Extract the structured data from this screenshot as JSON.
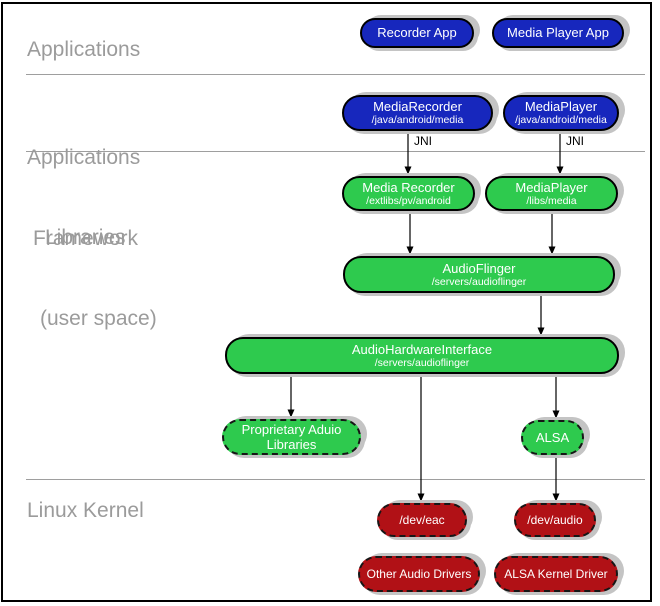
{
  "colors": {
    "node_blue": "#1727bd",
    "node_green": "#2eca4e",
    "node_red": "#b11116",
    "section_label_gray": "#9b9b9b",
    "divider_gray": "#9e9e9e",
    "shadow_gray": "#c4c4c4"
  },
  "section_labels": {
    "applications": "Applications",
    "framework_line1": "Applications",
    "framework_line2": "Framework",
    "libraries_line1": "Libraries",
    "libraries_line2": "(user space)",
    "kernel": "Linux Kernel"
  },
  "connector_labels": {
    "jni_left": "JNI",
    "jni_right": "JNI"
  },
  "nodes": {
    "recorder_app": {
      "title": "Recorder App"
    },
    "media_player_app": {
      "title": "Media Player App"
    },
    "media_recorder_fw": {
      "title": "MediaRecorder",
      "subtitle": "/java/android/media"
    },
    "media_player_fw": {
      "title": "MediaPlayer",
      "subtitle": "/java/android/media"
    },
    "media_recorder_lib": {
      "title": "Media Recorder",
      "subtitle": "/extlibs/pv/android"
    },
    "media_player_lib": {
      "title": "MediaPlayer",
      "subtitle": "/libs/media"
    },
    "audio_flinger": {
      "title": "AudioFlinger",
      "subtitle": "/servers/audioflinger"
    },
    "audio_hardware_interface": {
      "title": "AudioHardwareInterface",
      "subtitle": "/servers/audioflinger"
    },
    "proprietary_audio_libraries": {
      "title": "Proprietary Aduio Libraries"
    },
    "alsa": {
      "title": "ALSA"
    },
    "dev_eac": {
      "title": "/dev/eac"
    },
    "dev_audio": {
      "title": "/dev/audio"
    },
    "other_audio_drivers": {
      "title": "Other Audio Drivers"
    },
    "alsa_kernel_driver": {
      "title": "ALSA Kernel Driver"
    }
  }
}
